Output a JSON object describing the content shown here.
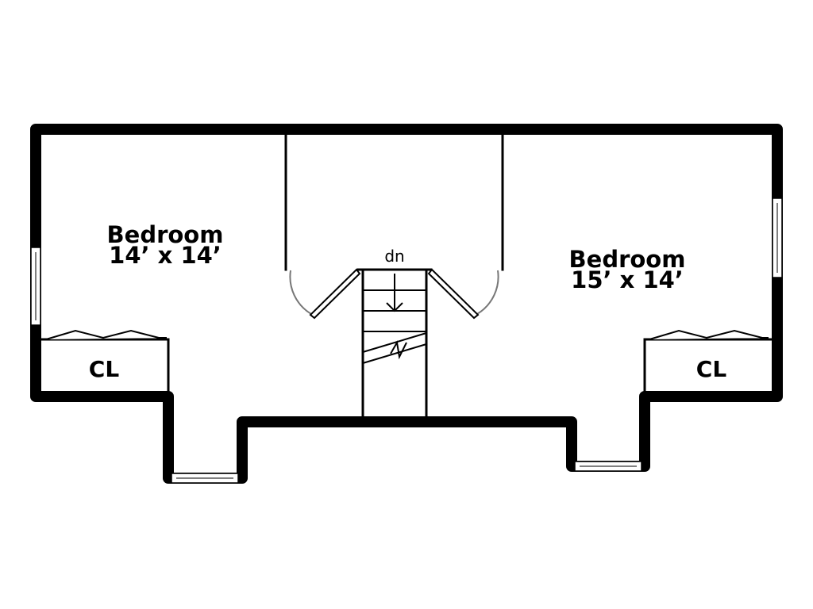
{
  "rooms": [
    {
      "name": "Bedroom",
      "dimensions": "14’ x 14’"
    },
    {
      "name": "Bedroom",
      "dimensions": "15’ x 14’"
    }
  ],
  "closets": [
    {
      "label": "CL"
    },
    {
      "label": "CL"
    }
  ],
  "stairs": {
    "label": "dn"
  }
}
